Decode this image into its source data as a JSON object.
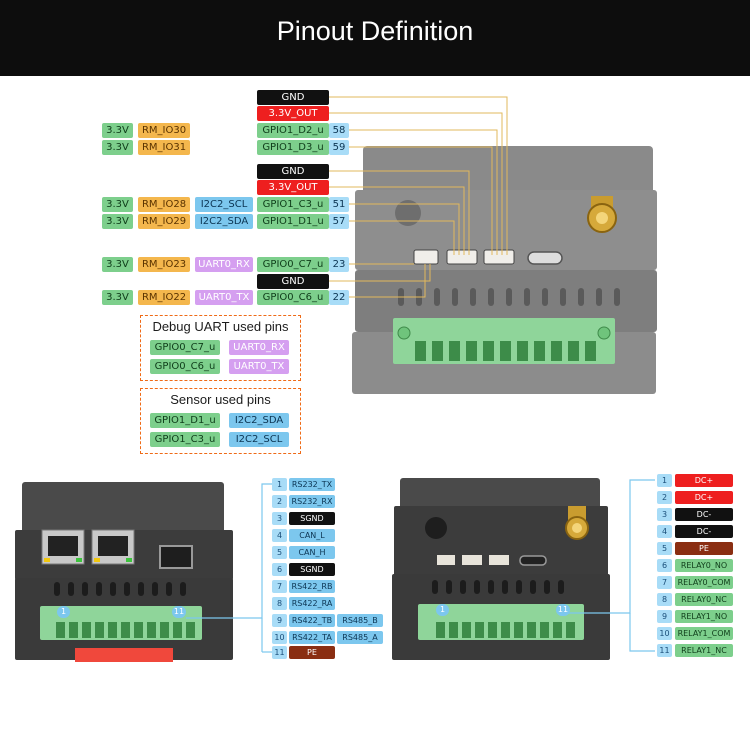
{
  "header": {
    "title": "Pinout Definition"
  },
  "top_pins": {
    "gnd1": "GND",
    "out1": "3.3V_OUT",
    "row58": {
      "v": "3.3V",
      "rm": "RM_IO30",
      "gpio": "GPIO1_D2_u",
      "num": "58"
    },
    "row59": {
      "v": "3.3V",
      "rm": "RM_IO31",
      "gpio": "GPIO1_D3_u",
      "num": "59"
    },
    "gnd2": "GND",
    "out2": "3.3V_OUT",
    "row51": {
      "v": "3.3V",
      "rm": "RM_IO28",
      "alt": "I2C2_SCL",
      "gpio": "GPIO1_C3_u",
      "num": "51"
    },
    "row57": {
      "v": "3.3V",
      "rm": "RM_IO29",
      "alt": "I2C2_SDA",
      "gpio": "GPIO1_D1_u",
      "num": "57"
    },
    "row23": {
      "v": "3.3V",
      "rm": "RM_IO23",
      "alt": "UART0_RX",
      "gpio": "GPIO0_C7_u",
      "num": "23"
    },
    "gnd3": "GND",
    "row22": {
      "v": "3.3V",
      "rm": "RM_IO22",
      "alt": "UART0_TX",
      "gpio": "GPIO0_C6_u",
      "num": "22"
    }
  },
  "debug_box": {
    "title": "Debug UART used pins",
    "r1": {
      "gpio": "GPIO0_C7_u",
      "func": "UART0_RX"
    },
    "r2": {
      "gpio": "GPIO0_C6_u",
      "func": "UART0_TX"
    }
  },
  "sensor_box": {
    "title": "Sensor used pins",
    "r1": {
      "gpio": "GPIO1_D1_u",
      "func": "I2C2_SDA"
    },
    "r2": {
      "gpio": "GPIO1_C3_u",
      "func": "I2C2_SCL"
    }
  },
  "left_terminal": {
    "marker_first": "1",
    "marker_last": "11",
    "pins": [
      {
        "n": "1",
        "label": "RS232_TX"
      },
      {
        "n": "2",
        "label": "RS232_RX"
      },
      {
        "n": "3",
        "label": "SGND"
      },
      {
        "n": "4",
        "label": "CAN_L"
      },
      {
        "n": "5",
        "label": "CAN_H"
      },
      {
        "n": "6",
        "label": "SGND"
      },
      {
        "n": "7",
        "label": "RS422_RB"
      },
      {
        "n": "8",
        "label": "RS422_RA"
      },
      {
        "n": "9",
        "label": "RS422_TB",
        "alt": "RS485_B"
      },
      {
        "n": "10",
        "label": "RS422_TA",
        "alt": "RS485_A"
      },
      {
        "n": "11",
        "label": "PE"
      }
    ]
  },
  "right_terminal": {
    "marker_first": "1",
    "marker_last": "11",
    "pins": [
      {
        "n": "1",
        "label": "DC+"
      },
      {
        "n": "2",
        "label": "DC+"
      },
      {
        "n": "3",
        "label": "DC-"
      },
      {
        "n": "4",
        "label": "DC-"
      },
      {
        "n": "5",
        "label": "PE"
      },
      {
        "n": "6",
        "label": "RELAY0_NO"
      },
      {
        "n": "7",
        "label": "RELAY0_COM"
      },
      {
        "n": "8",
        "label": "RELAY0_NC"
      },
      {
        "n": "9",
        "label": "RELAY1_NO"
      },
      {
        "n": "10",
        "label": "RELAY1_COM"
      },
      {
        "n": "11",
        "label": "RELAY1_NC"
      }
    ]
  }
}
